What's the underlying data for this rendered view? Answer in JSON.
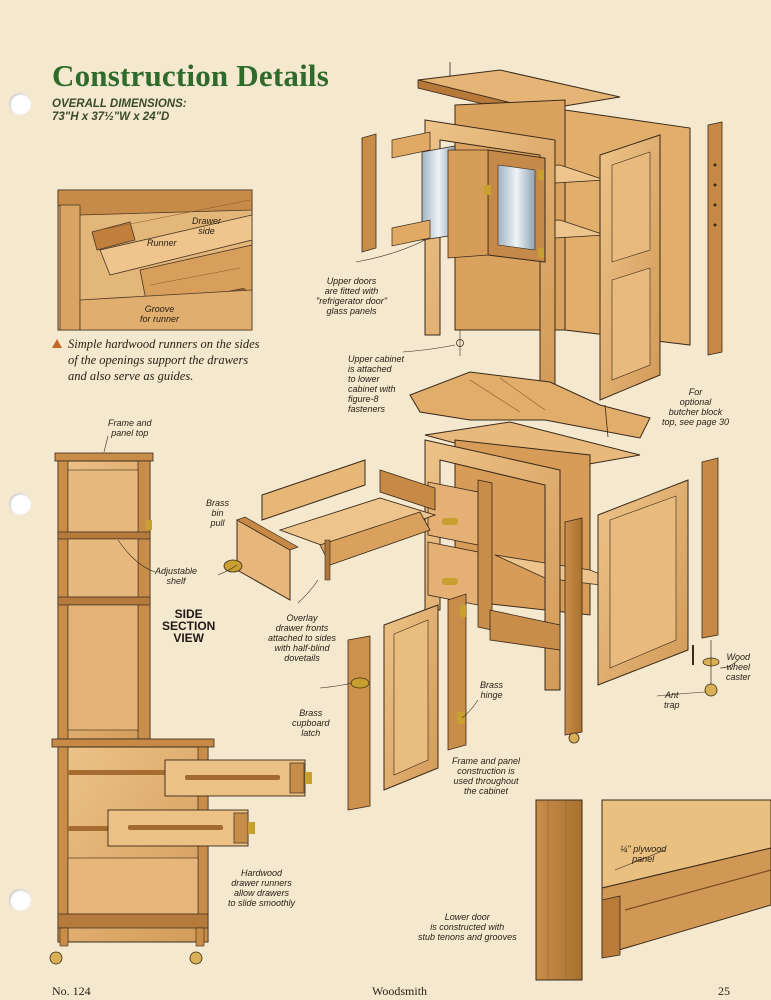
{
  "header": {
    "title": "Construction Details",
    "dims_heading": "OVERALL DIMENSIONS:",
    "dims_value": "73\"H x 37½\"W x 24\"D"
  },
  "inset": {
    "labels": {
      "drawer_side": "Drawer\nside",
      "runner": "Runner",
      "groove": "Groove\nfor runner"
    },
    "caption": "Simple hardwood runners on the sides of the openings support the drawers and also serve as guides."
  },
  "side_section": {
    "heading": "SIDE\nSECTION\nVIEW",
    "labels": {
      "frame_top": "Frame and\npanel top",
      "adjustable_shelf": "Adjustable\nshelf",
      "hardwood_runners": "Hardwood\ndrawer runners\nallow drawers\nto slide smoothly"
    }
  },
  "exploded": {
    "labels": {
      "upper_doors": "Upper doors\nare fitted with\n\"refrigerator door\"\nglass panels",
      "upper_cabinet": "Upper cabinet\nis attached\nto lower\ncabinet with\nfigure-8\nfasteners",
      "butcher_block": "For\noptional\nbutcher block\ntop, see page 30",
      "brass_bin_pull": "Brass\nbin\npull",
      "overlay_fronts": "Overlay\ndrawer fronts\nattached to sides\nwith half-blind\ndovetails",
      "brass_latch": "Brass\ncupboard\nlatch",
      "brass_hinge": "Brass\nhinge",
      "frame_panel": "Frame and panel\nconstruction is\nused throughout\nthe cabinet",
      "ant_trap": "Ant\ntrap",
      "wood_caster": "Wood\nwheel\ncaster",
      "plywood_panel": "¼\" plywood\npanel",
      "lower_door": "Lower door\nis constructed with\nstub tenons and grooves"
    }
  },
  "footer": {
    "issue": "No. 124",
    "magazine": "Woodsmith",
    "page": "25"
  },
  "colors": {
    "title_green": "#2f6b2a",
    "paper": "#f4e8cf",
    "wood_light": "#e6b878",
    "wood_mid": "#d49a55",
    "wood_dark": "#a8702f",
    "accent_orange": "#c0672a"
  }
}
